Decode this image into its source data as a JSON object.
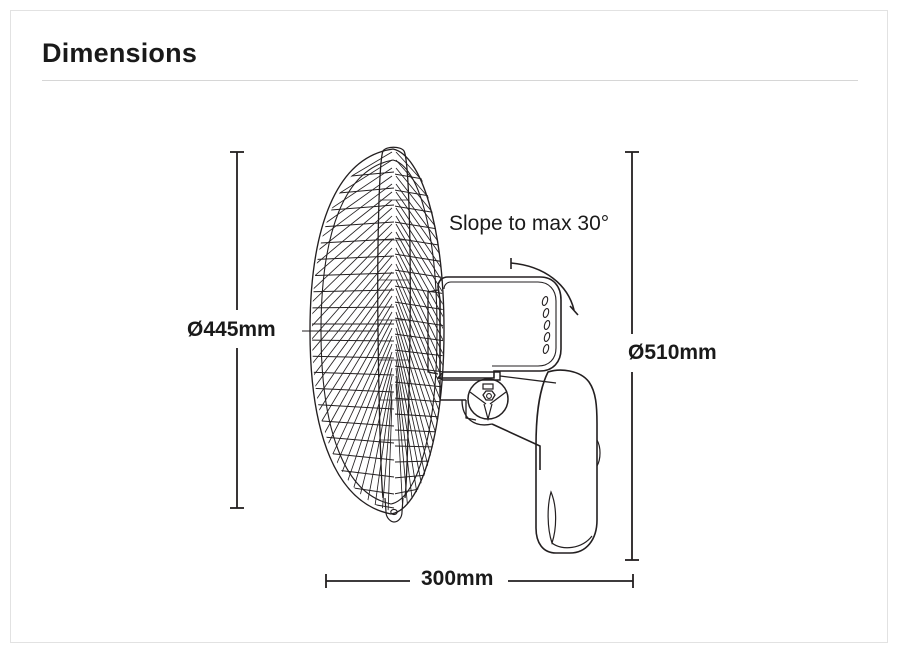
{
  "header": {
    "title": "Dimensions"
  },
  "drawing": {
    "name": "wall-mounted-fan-side-view",
    "stroke_color": "#231f20",
    "background_color": "#ffffff"
  },
  "annotations": {
    "height_label": "Ø445mm",
    "overall_height_label": "Ø510mm",
    "depth_label": "300mm",
    "slope_note": "Slope to max 30°"
  },
  "dimension_lines": [
    {
      "name": "height-445",
      "orientation": "vertical",
      "label": "Ø445mm"
    },
    {
      "name": "height-510",
      "orientation": "vertical",
      "label": "Ø510mm"
    },
    {
      "name": "depth-300",
      "orientation": "horizontal",
      "label": "300mm"
    }
  ]
}
